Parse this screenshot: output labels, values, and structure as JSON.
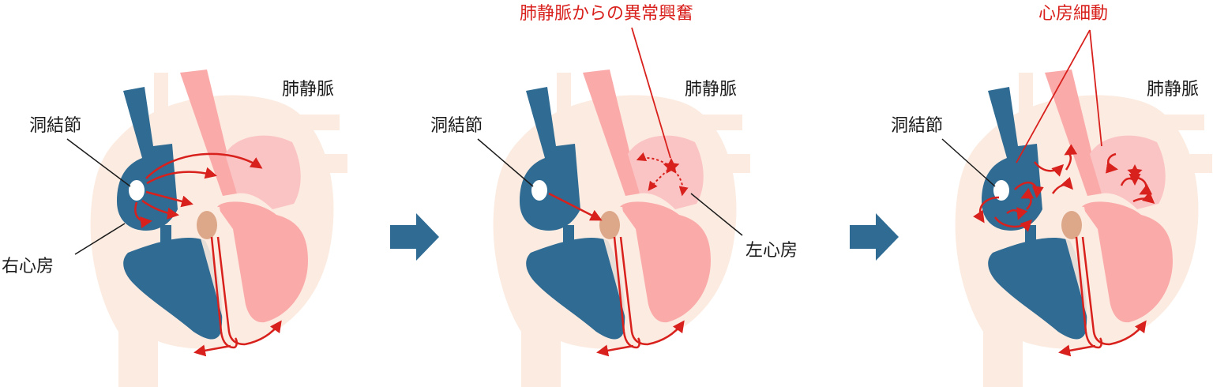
{
  "colors": {
    "tissue": "#fcebe0",
    "right_heart": "#2f6b93",
    "left_heart": "#fbaaaa",
    "left_atrium": "#fbc4c4",
    "av_node": "#dda889",
    "conduction": "#d8201c",
    "step_arrow": "#2f6b93"
  },
  "panels": [
    {
      "labels": {
        "sa_node": "洞結節",
        "pulmonary_vein": "肺静脈",
        "right_atrium": "右心房"
      }
    },
    {
      "labels": {
        "sa_node": "洞結節",
        "pulmonary_vein": "肺静脈",
        "left_atrium": "左心房",
        "annotation": "肺静脈からの異常興奮"
      }
    },
    {
      "labels": {
        "sa_node": "洞結節",
        "pulmonary_vein": "肺静脈",
        "annotation": "心房細動"
      }
    }
  ],
  "step_arrow_icon": "right-arrow-icon"
}
